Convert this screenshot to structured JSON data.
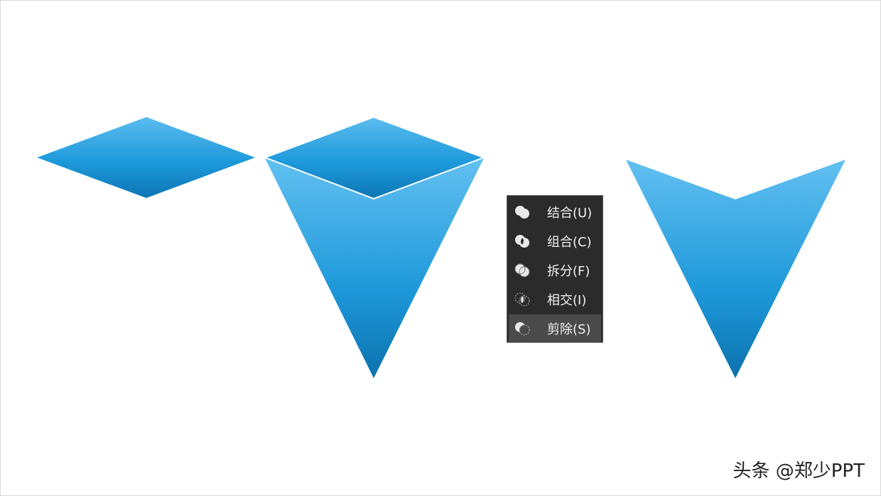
{
  "colors": {
    "gradient_top": "#5bbcf0",
    "gradient_bottom": "#0c76b4",
    "menu_background": "#2b2b2b",
    "menu_active": "#4a4a4a",
    "menu_text": "#f0f0f0"
  },
  "menu": {
    "items": [
      {
        "label": "结合(U)",
        "icon": "union-icon"
      },
      {
        "label": "组合(C)",
        "icon": "combine-icon"
      },
      {
        "label": "拆分(F)",
        "icon": "fragment-icon"
      },
      {
        "label": "相交(I)",
        "icon": "intersect-icon"
      },
      {
        "label": "剪除(S)",
        "icon": "subtract-icon",
        "active": true
      }
    ]
  },
  "watermark": {
    "text": "头条 @郑少PPT"
  }
}
